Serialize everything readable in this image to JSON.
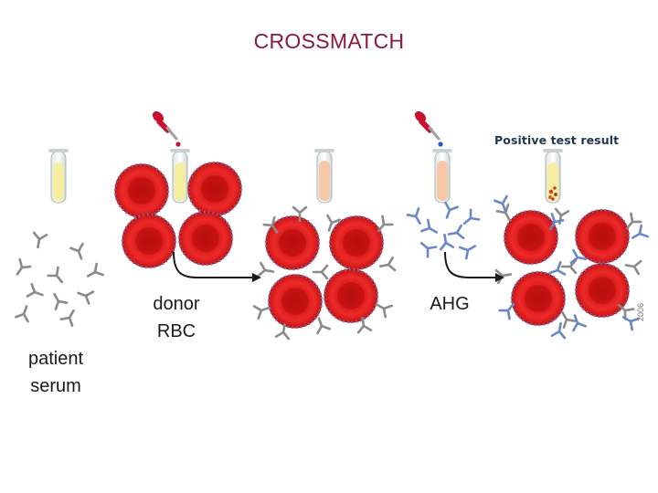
{
  "title": "CROSSMATCH",
  "labels": {
    "patient_line1": "patient",
    "patient_line2": "serum",
    "donor_line1": "donor",
    "donor_line2": "RBC",
    "ahg": "AHG",
    "result": "Positive test result",
    "year": "2006"
  },
  "colors": {
    "title": "#8b1a3a",
    "rbc": "#e01b1b",
    "antibody": "#8a8a8a",
    "ahg": "#6b86c9",
    "serum": "#f5eea0",
    "mixed": "#f7c8a8",
    "dropper_red": "#c8102e",
    "dropper_blue": "#2a55b5"
  },
  "icons": [
    "test-tube-icon",
    "dropper-icon",
    "antibody-icon",
    "red-blood-cell-icon",
    "arrow-icon"
  ]
}
